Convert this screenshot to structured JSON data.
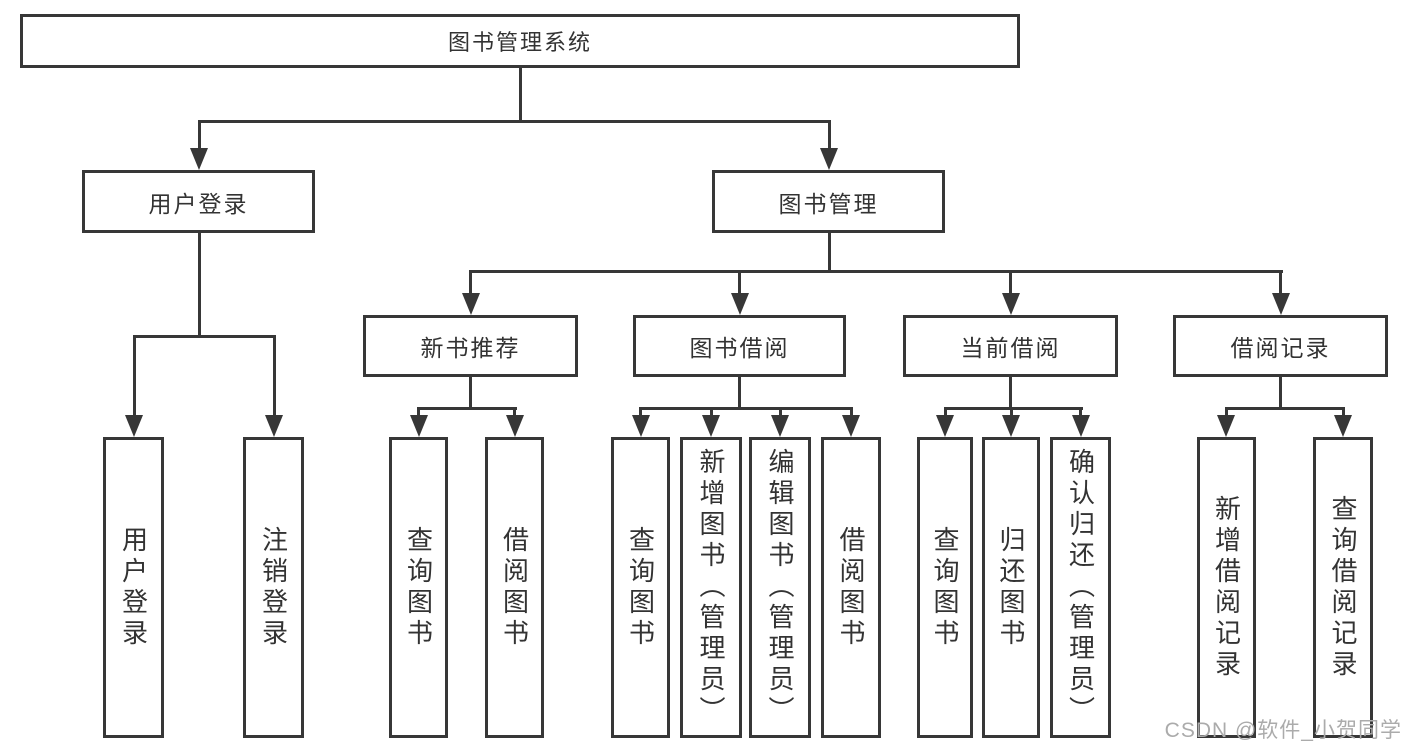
{
  "nodes": {
    "root": {
      "label": "图书管理系统"
    },
    "user_login": {
      "label": "用户登录"
    },
    "book_mgmt": {
      "label": "图书管理"
    },
    "new_book_rec": {
      "label": "新书推荐"
    },
    "book_borrow": {
      "label": "图书借阅"
    },
    "current_borrow": {
      "label": "当前借阅"
    },
    "borrow_records": {
      "label": "借阅记录"
    },
    "leaf_user_login": {
      "label": "用户登录"
    },
    "leaf_logout": {
      "label": "注销登录"
    },
    "leaf_query_book_1": {
      "label": "查询图书"
    },
    "leaf_borrow_book_1": {
      "label": "借阅图书"
    },
    "leaf_query_book_2": {
      "label": "查询图书"
    },
    "leaf_add_book": {
      "label": "新增图书（管理员）"
    },
    "leaf_edit_book": {
      "label": "编辑图书（管理员）"
    },
    "leaf_borrow_book_2": {
      "label": "借阅图书"
    },
    "leaf_query_book_3": {
      "label": "查询图书"
    },
    "leaf_return_book": {
      "label": "归还图书"
    },
    "leaf_confirm_return": {
      "label": "确认归还（管理员）"
    },
    "leaf_add_record": {
      "label": "新增借阅记录"
    },
    "leaf_query_record": {
      "label": "查询借阅记录"
    }
  },
  "hierarchy": {
    "图书管理系统": {
      "用户登录": [
        "用户登录",
        "注销登录"
      ],
      "图书管理": {
        "新书推荐": [
          "查询图书",
          "借阅图书"
        ],
        "图书借阅": [
          "查询图书",
          "新增图书（管理员）",
          "编辑图书（管理员）",
          "借阅图书"
        ],
        "当前借阅": [
          "查询图书",
          "归还图书",
          "确认归还（管理员）"
        ],
        "借阅记录": [
          "新增借阅记录",
          "查询借阅记录"
        ]
      }
    }
  },
  "watermark": {
    "text": "CSDN @软件_小贺同学"
  },
  "colors": {
    "line": "#373737",
    "box_border": "#373737",
    "text": "#333333",
    "watermark": "#ababab",
    "background": "#ffffff"
  }
}
